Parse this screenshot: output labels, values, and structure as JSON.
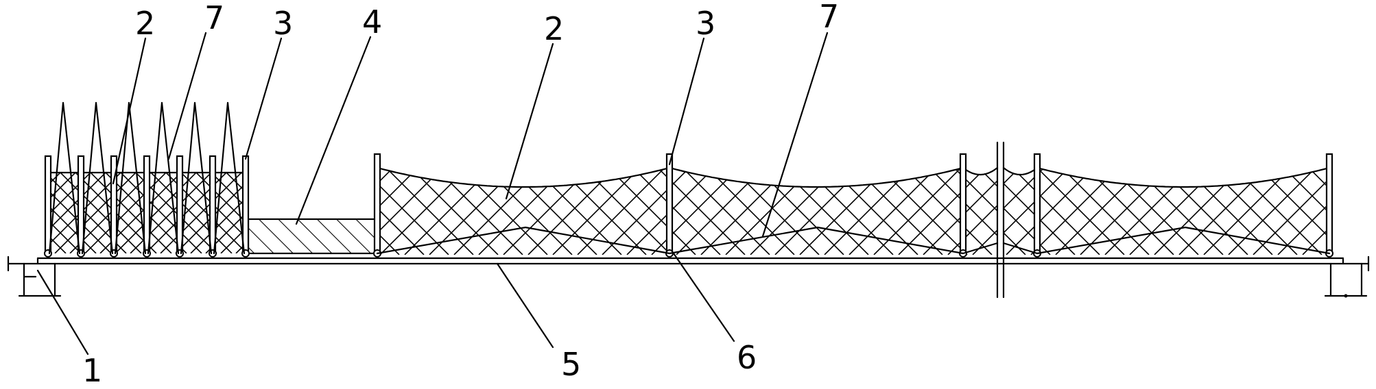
{
  "diagram": {
    "labels": {
      "l2_left": "2",
      "l7_left": "7",
      "l3_left": "3",
      "l4": "4",
      "l2_right": "2",
      "l3_right": "3",
      "l7_right": "7",
      "l1": "1",
      "l5": "5",
      "l6": "6"
    }
  }
}
